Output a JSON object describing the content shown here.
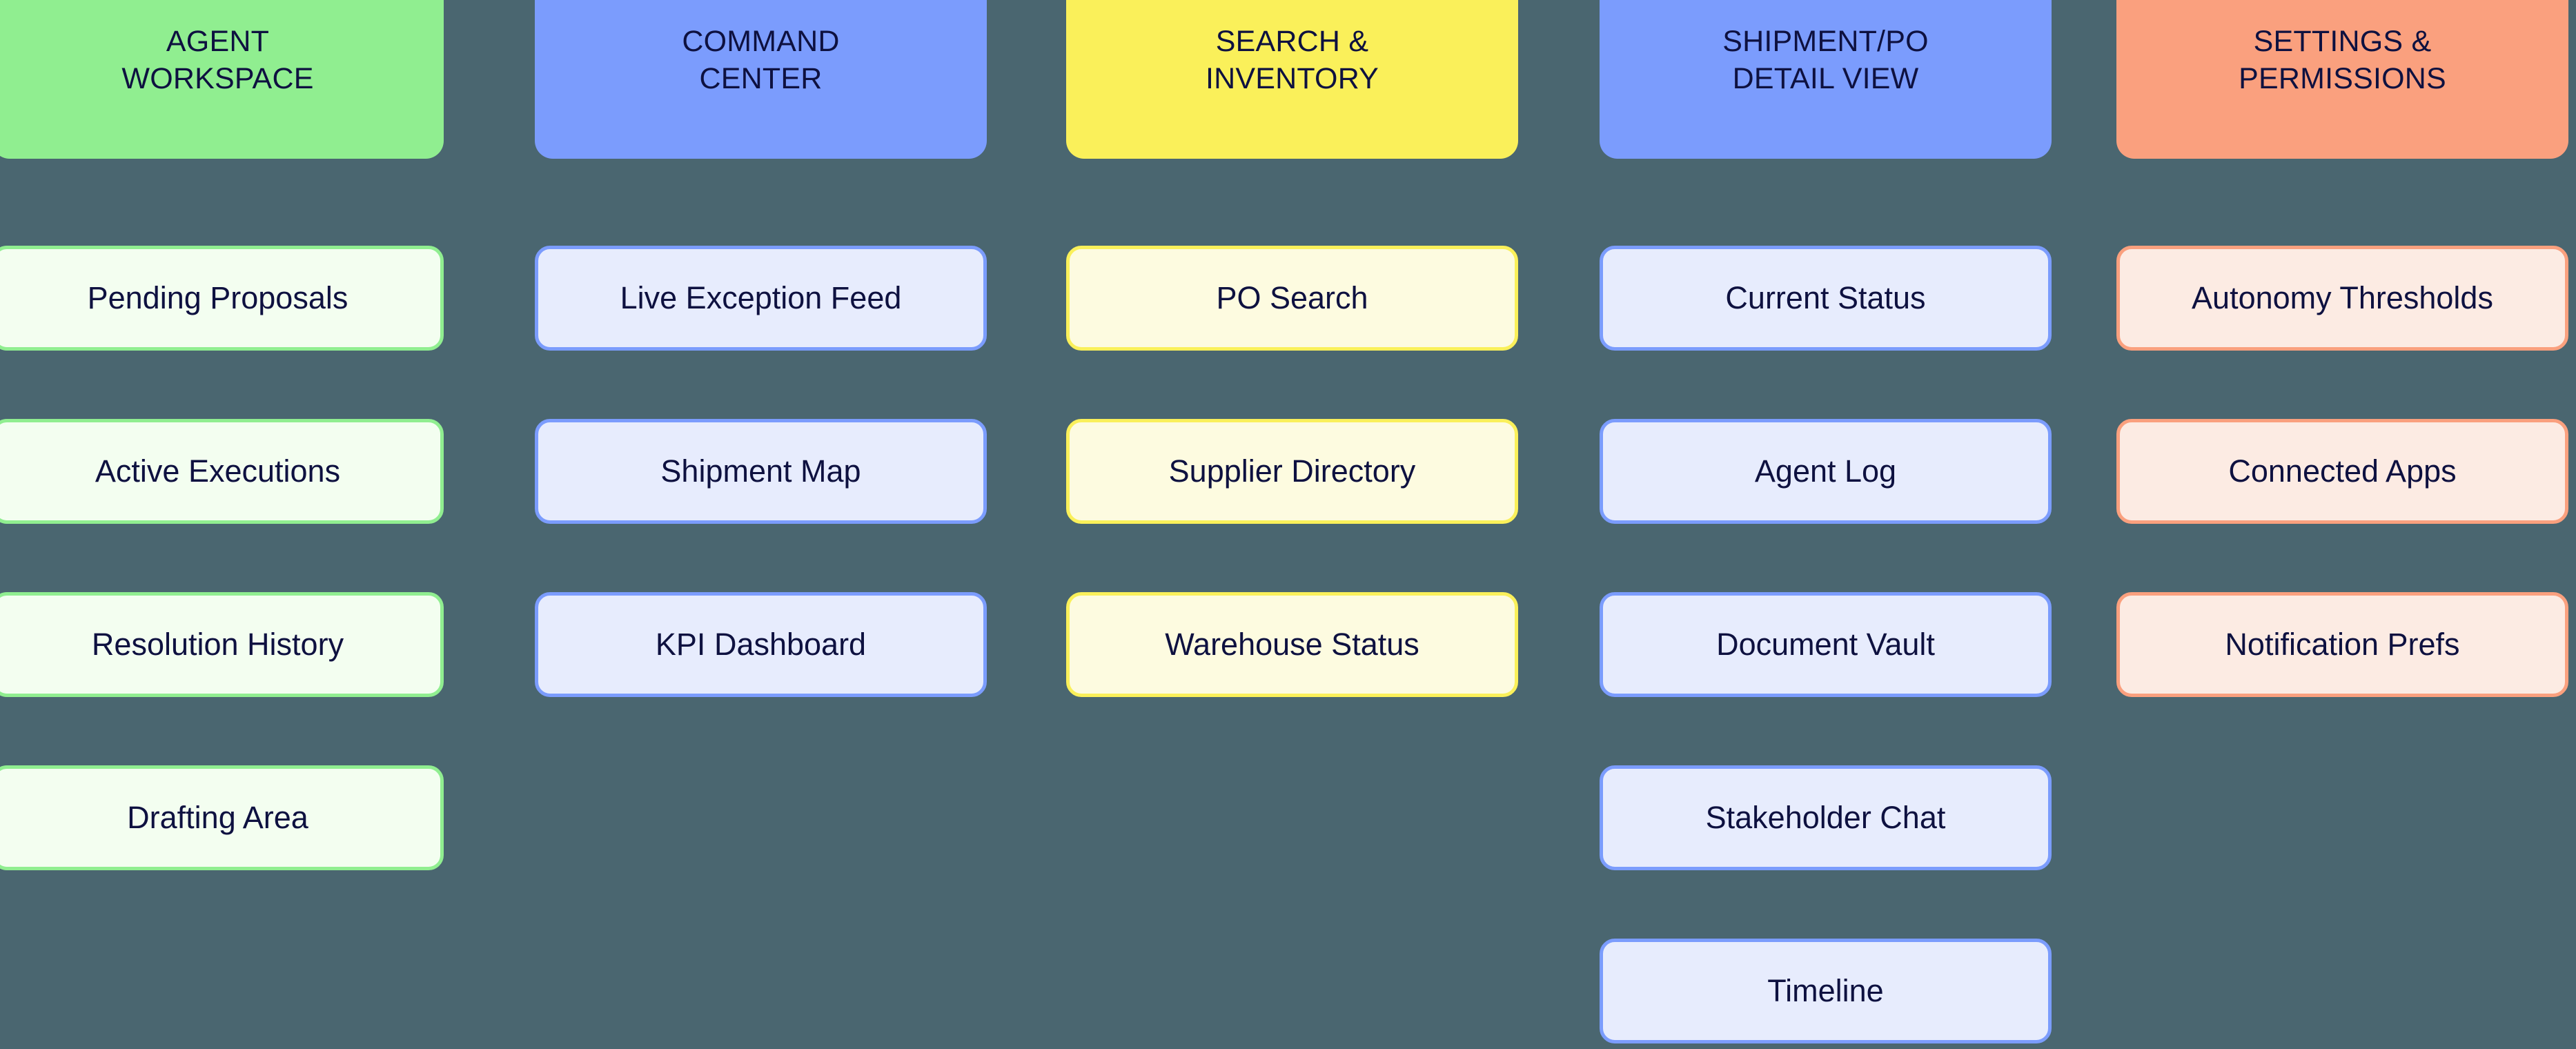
{
  "canvas": {
    "background_color": "#4a6670",
    "text_color": "#0e1140"
  },
  "columns": [
    {
      "id": "agent-workspace",
      "accent_color": "#90ee90",
      "fill_color": "#f3fef0",
      "header": {
        "line1": "AGENT",
        "line2": "WORKSPACE"
      },
      "items": [
        {
          "label": "Pending Proposals"
        },
        {
          "label": "Active Executions"
        },
        {
          "label": "Resolution History"
        },
        {
          "label": "Drafting Area"
        }
      ]
    },
    {
      "id": "command-center",
      "accent_color": "#7b9cfd",
      "fill_color": "#e7ecfd",
      "header": {
        "line1": "COMMAND",
        "line2": "CENTER"
      },
      "items": [
        {
          "label": "Live Exception Feed"
        },
        {
          "label": "Shipment Map"
        },
        {
          "label": "KPI Dashboard"
        }
      ]
    },
    {
      "id": "search-inventory",
      "accent_color": "#faf05a",
      "fill_color": "#fdfbe0",
      "header": {
        "line1": "SEARCH &",
        "line2": "INVENTORY"
      },
      "items": [
        {
          "label": "PO Search"
        },
        {
          "label": "Supplier Directory"
        },
        {
          "label": "Warehouse Status"
        }
      ]
    },
    {
      "id": "shipment-po-detail-view",
      "accent_color": "#7b9cfd",
      "fill_color": "#e7ecfd",
      "header": {
        "line1": "SHIPMENT/PO",
        "line2": "DETAIL VIEW"
      },
      "items": [
        {
          "label": "Current Status"
        },
        {
          "label": "Agent Log"
        },
        {
          "label": "Document Vault"
        },
        {
          "label": "Stakeholder Chat"
        },
        {
          "label": "Timeline"
        }
      ]
    },
    {
      "id": "settings-permissions",
      "accent_color": "#faa07e",
      "fill_color": "#fcebe3",
      "header": {
        "line1": "SETTINGS &",
        "line2": "PERMISSIONS"
      },
      "items": [
        {
          "label": "Autonomy Thresholds"
        },
        {
          "label": "Connected Apps"
        },
        {
          "label": "Notification Prefs"
        }
      ]
    }
  ]
}
